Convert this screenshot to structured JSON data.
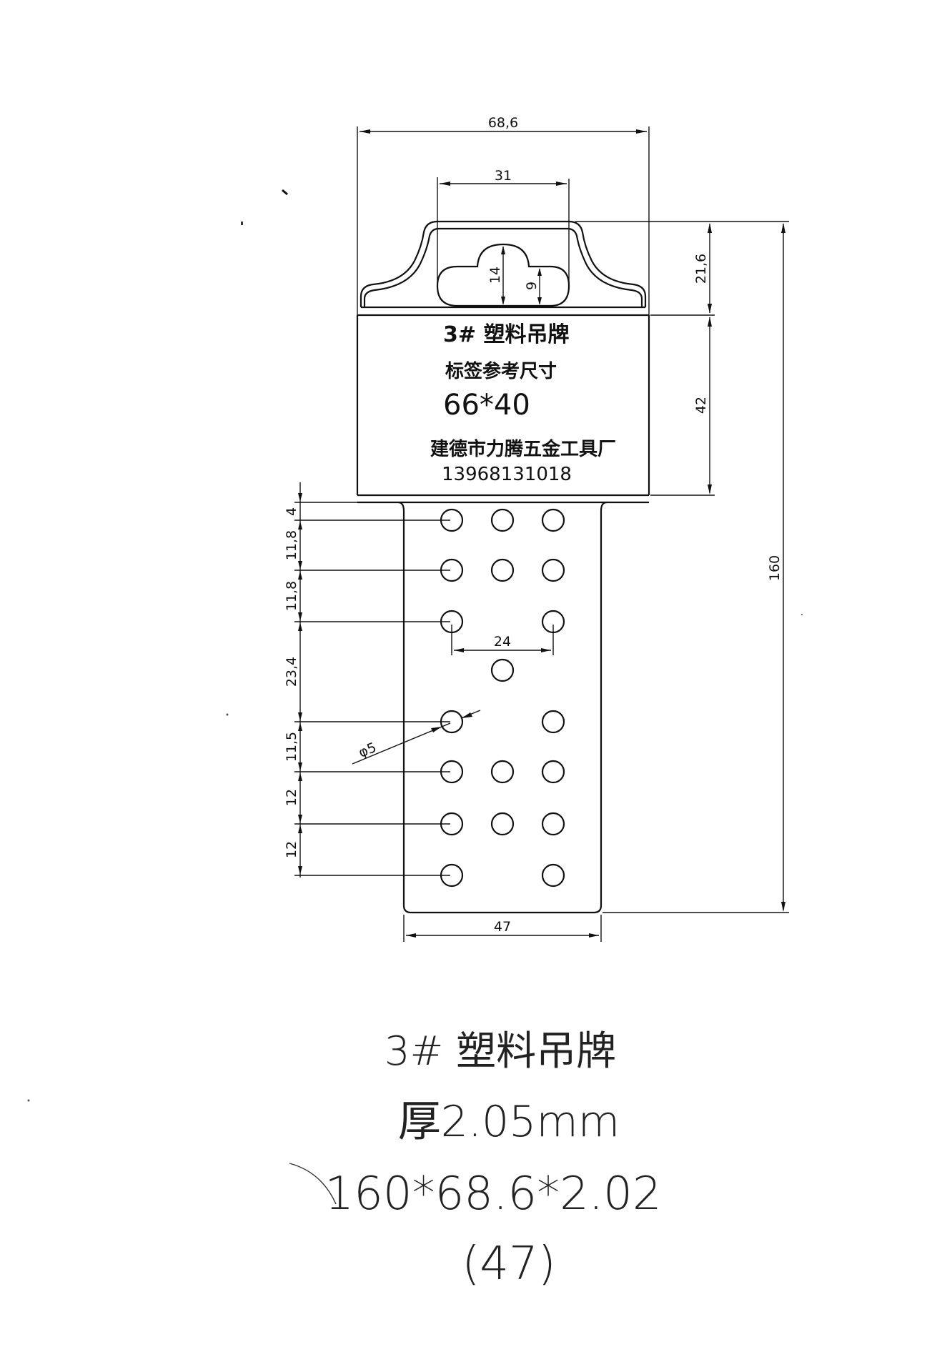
{
  "drawing": {
    "overall_width_dim": "68,6",
    "hook_slot_width_dim": "31",
    "hook_slot_height_dim": "14",
    "hook_slot_inner_height_dim": "9",
    "hanger_height_dim": "21,6",
    "label_height_dim": "42",
    "total_height_dim": "160",
    "strip_width_dim": "47",
    "hole_pitch_dim": "24",
    "hole_diameter_dim": "φ5",
    "vertical_spacing_dims": [
      "4",
      "11,8",
      "11,8",
      "23,4",
      "11,5",
      "12",
      "12"
    ]
  },
  "label_area": {
    "title": "3# 塑料吊牌",
    "subtitle": "标签参考尺寸",
    "label_size": "66*40",
    "company": "建德市力腾五金工具厂",
    "phone": "13968131018"
  },
  "footer": {
    "title": "3# 塑料吊牌",
    "thickness": "厚2.05mm",
    "dimensions": "160*68.6*2.02",
    "strip_width": "(47)"
  }
}
